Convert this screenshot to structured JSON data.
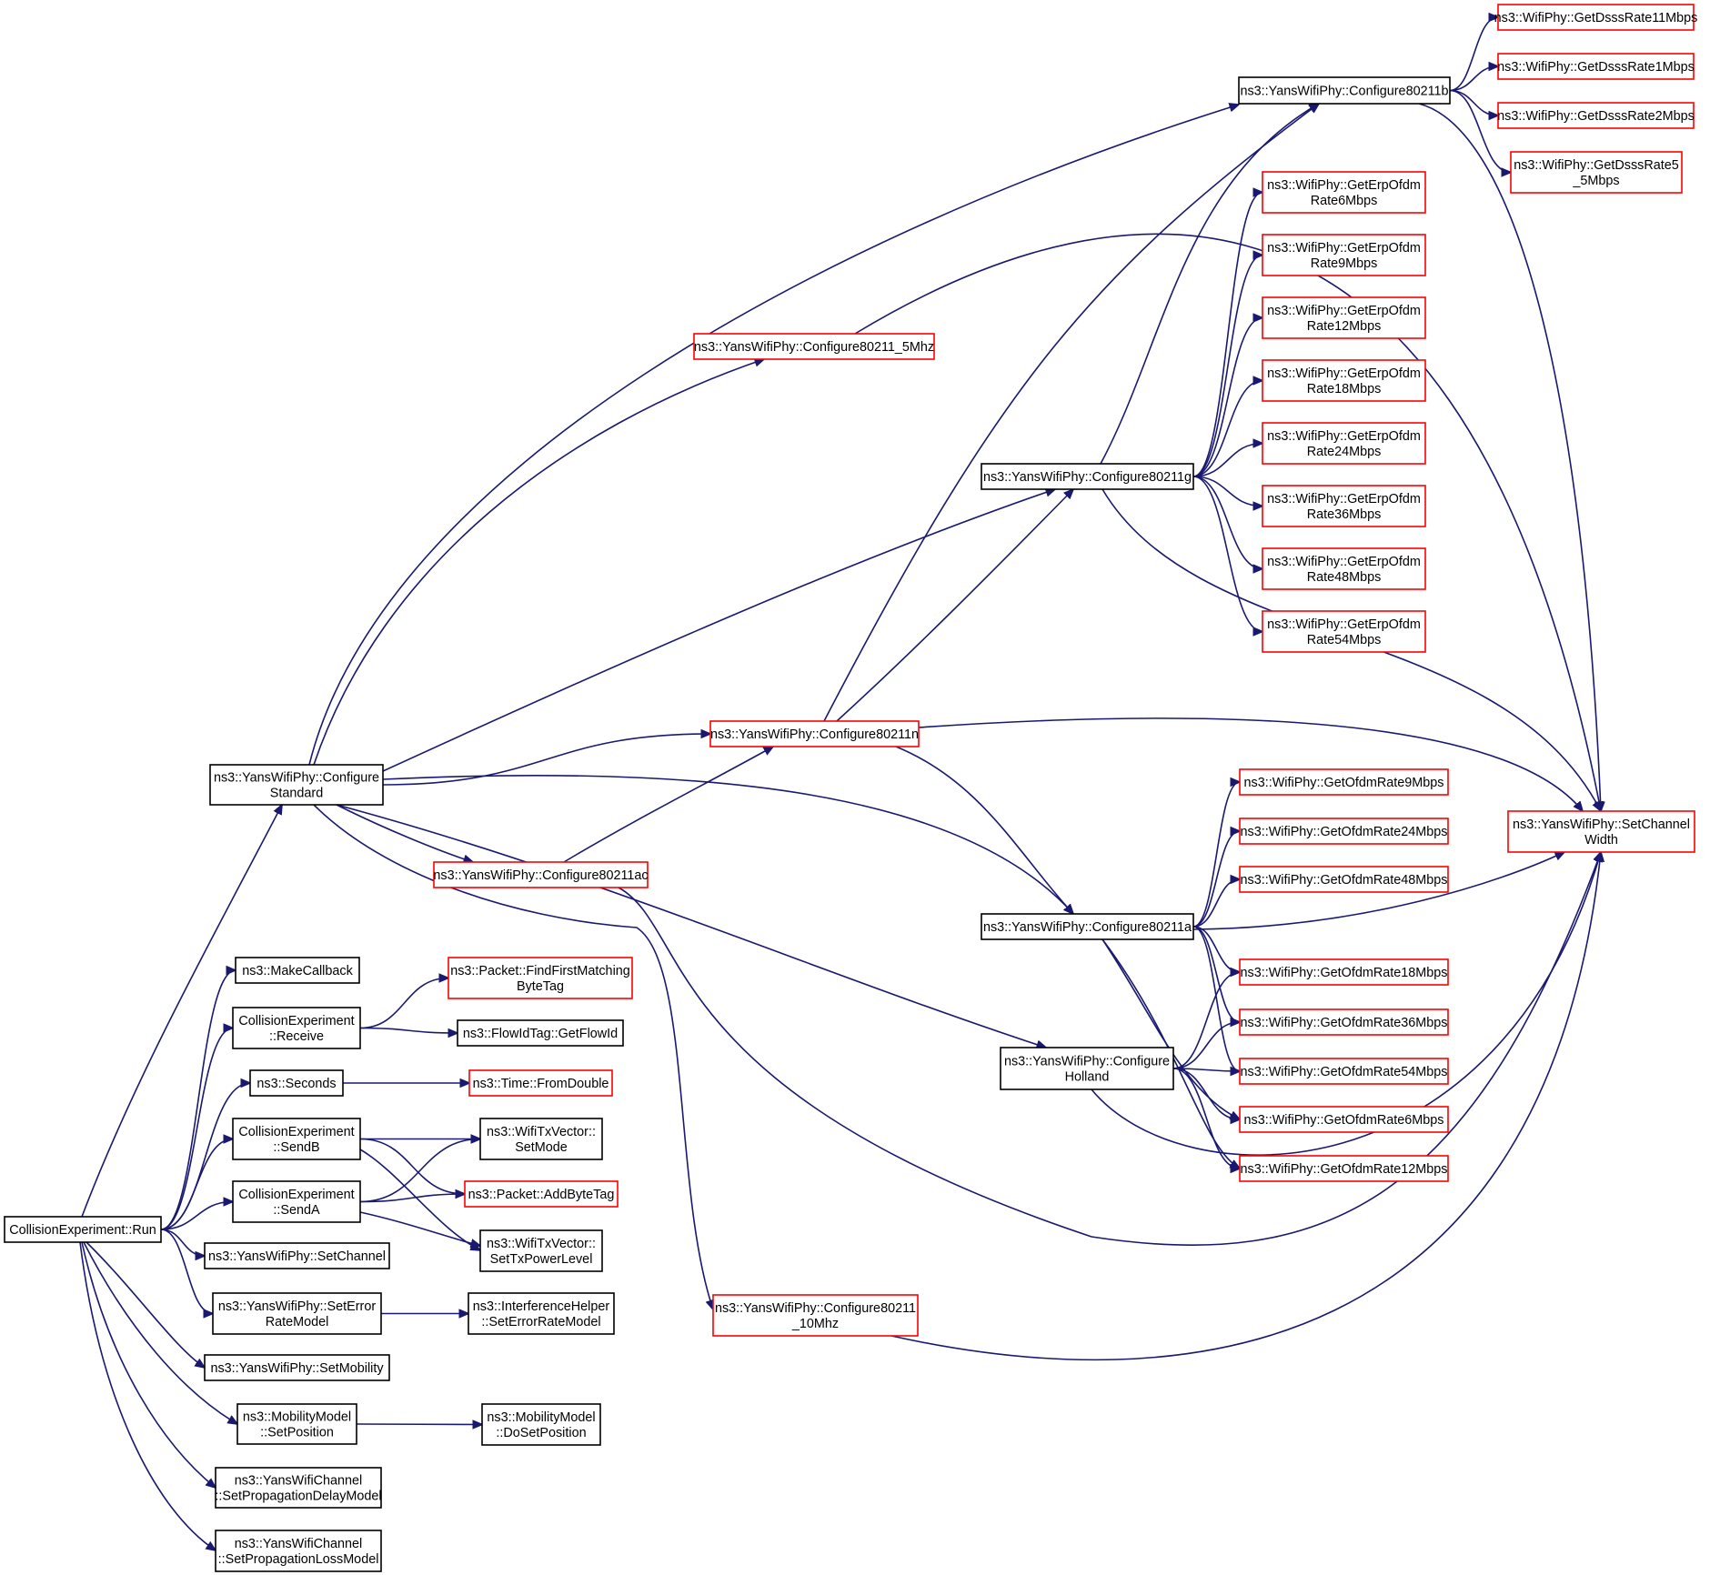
{
  "graph": {
    "colors": {
      "edge": "#191970",
      "border_documented": "#000000",
      "border_undocumented": "#ff0000",
      "root_fill": "#bfbfbf"
    },
    "nodes": [
      {
        "id": "run",
        "lines": [
          "CollisionExperiment::Run"
        ],
        "kind": "root"
      },
      {
        "id": "configStd",
        "lines": [
          "ns3::YansWifiPhy::Configure",
          "Standard"
        ],
        "kind": "black"
      },
      {
        "id": "makeCb",
        "lines": [
          "ns3::MakeCallback"
        ],
        "kind": "black"
      },
      {
        "id": "receive",
        "lines": [
          "CollisionExperiment",
          "::Receive"
        ],
        "kind": "black"
      },
      {
        "id": "seconds",
        "lines": [
          "ns3::Seconds"
        ],
        "kind": "black"
      },
      {
        "id": "sendB",
        "lines": [
          "CollisionExperiment",
          "::SendB"
        ],
        "kind": "black"
      },
      {
        "id": "sendA",
        "lines": [
          "CollisionExperiment",
          "::SendA"
        ],
        "kind": "black"
      },
      {
        "id": "setChannel",
        "lines": [
          "ns3::YansWifiPhy::SetChannel"
        ],
        "kind": "black"
      },
      {
        "id": "setErrRM",
        "lines": [
          "ns3::YansWifiPhy::SetError",
          "RateModel"
        ],
        "kind": "black"
      },
      {
        "id": "setMobility",
        "lines": [
          "ns3::YansWifiPhy::SetMobility"
        ],
        "kind": "black"
      },
      {
        "id": "setPosition",
        "lines": [
          "ns3::MobilityModel",
          "::SetPosition"
        ],
        "kind": "black"
      },
      {
        "id": "setPropDelay",
        "lines": [
          "ns3::YansWifiChannel",
          "::SetPropagationDelayModel"
        ],
        "kind": "black"
      },
      {
        "id": "setPropLoss",
        "lines": [
          "ns3::YansWifiChannel",
          "::SetPropagationLossModel"
        ],
        "kind": "black"
      },
      {
        "id": "findFirst",
        "lines": [
          "ns3::Packet::FindFirstMatching",
          "ByteTag"
        ],
        "kind": "red"
      },
      {
        "id": "getFlowId",
        "lines": [
          "ns3::FlowIdTag::GetFlowId"
        ],
        "kind": "black"
      },
      {
        "id": "fromDouble",
        "lines": [
          "ns3::Time::FromDouble"
        ],
        "kind": "red"
      },
      {
        "id": "setMode",
        "lines": [
          "ns3::WifiTxVector::",
          "SetMode"
        ],
        "kind": "black"
      },
      {
        "id": "addByteTag",
        "lines": [
          "ns3::Packet::AddByteTag"
        ],
        "kind": "red"
      },
      {
        "id": "setTxPower",
        "lines": [
          "ns3::WifiTxVector::",
          "SetTxPowerLevel"
        ],
        "kind": "black"
      },
      {
        "id": "setErrRM2",
        "lines": [
          "ns3::InterferenceHelper",
          "::SetErrorRateModel"
        ],
        "kind": "black"
      },
      {
        "id": "doSetPos",
        "lines": [
          "ns3::MobilityModel",
          "::DoSetPosition"
        ],
        "kind": "black"
      },
      {
        "id": "cfg5mhz",
        "lines": [
          "ns3::YansWifiPhy::Configure80211_5Mhz"
        ],
        "kind": "red"
      },
      {
        "id": "cfgN",
        "lines": [
          "ns3::YansWifiPhy::Configure80211n"
        ],
        "kind": "red"
      },
      {
        "id": "cfgAC",
        "lines": [
          "ns3::YansWifiPhy::Configure80211ac"
        ],
        "kind": "red"
      },
      {
        "id": "cfg10mhz",
        "lines": [
          "ns3::YansWifiPhy::Configure80211",
          "_10Mhz"
        ],
        "kind": "red"
      },
      {
        "id": "cfgB",
        "lines": [
          "ns3::YansWifiPhy::Configure80211b"
        ],
        "kind": "black"
      },
      {
        "id": "cfgG",
        "lines": [
          "ns3::YansWifiPhy::Configure80211g"
        ],
        "kind": "black"
      },
      {
        "id": "cfgA",
        "lines": [
          "ns3::YansWifiPhy::Configure80211a"
        ],
        "kind": "black"
      },
      {
        "id": "cfgHolland",
        "lines": [
          "ns3::YansWifiPhy::Configure",
          "Holland"
        ],
        "kind": "black"
      },
      {
        "id": "setChWidth",
        "lines": [
          "ns3::YansWifiPhy::SetChannel",
          "Width"
        ],
        "kind": "red"
      },
      {
        "id": "dsss11",
        "lines": [
          "ns3::WifiPhy::GetDsssRate11Mbps"
        ],
        "kind": "red"
      },
      {
        "id": "dsss1",
        "lines": [
          "ns3::WifiPhy::GetDsssRate1Mbps"
        ],
        "kind": "red"
      },
      {
        "id": "dsss2",
        "lines": [
          "ns3::WifiPhy::GetDsssRate2Mbps"
        ],
        "kind": "red"
      },
      {
        "id": "dsss5",
        "lines": [
          "ns3::WifiPhy::GetDsssRate5",
          "_5Mbps"
        ],
        "kind": "red"
      },
      {
        "id": "erp6",
        "lines": [
          "ns3::WifiPhy::GetErpOfdm",
          "Rate6Mbps"
        ],
        "kind": "red"
      },
      {
        "id": "erp9",
        "lines": [
          "ns3::WifiPhy::GetErpOfdm",
          "Rate9Mbps"
        ],
        "kind": "red"
      },
      {
        "id": "erp12",
        "lines": [
          "ns3::WifiPhy::GetErpOfdm",
          "Rate12Mbps"
        ],
        "kind": "red"
      },
      {
        "id": "erp18",
        "lines": [
          "ns3::WifiPhy::GetErpOfdm",
          "Rate18Mbps"
        ],
        "kind": "red"
      },
      {
        "id": "erp24",
        "lines": [
          "ns3::WifiPhy::GetErpOfdm",
          "Rate24Mbps"
        ],
        "kind": "red"
      },
      {
        "id": "erp36",
        "lines": [
          "ns3::WifiPhy::GetErpOfdm",
          "Rate36Mbps"
        ],
        "kind": "red"
      },
      {
        "id": "erp48",
        "lines": [
          "ns3::WifiPhy::GetErpOfdm",
          "Rate48Mbps"
        ],
        "kind": "red"
      },
      {
        "id": "erp54",
        "lines": [
          "ns3::WifiPhy::GetErpOfdm",
          "Rate54Mbps"
        ],
        "kind": "red"
      },
      {
        "id": "ofdm9",
        "lines": [
          "ns3::WifiPhy::GetOfdmRate9Mbps"
        ],
        "kind": "red"
      },
      {
        "id": "ofdm24",
        "lines": [
          "ns3::WifiPhy::GetOfdmRate24Mbps"
        ],
        "kind": "red"
      },
      {
        "id": "ofdm48",
        "lines": [
          "ns3::WifiPhy::GetOfdmRate48Mbps"
        ],
        "kind": "red"
      },
      {
        "id": "ofdm18",
        "lines": [
          "ns3::WifiPhy::GetOfdmRate18Mbps"
        ],
        "kind": "red"
      },
      {
        "id": "ofdm36",
        "lines": [
          "ns3::WifiPhy::GetOfdmRate36Mbps"
        ],
        "kind": "red"
      },
      {
        "id": "ofdm54",
        "lines": [
          "ns3::WifiPhy::GetOfdmRate54Mbps"
        ],
        "kind": "red"
      },
      {
        "id": "ofdm6",
        "lines": [
          "ns3::WifiPhy::GetOfdmRate6Mbps"
        ],
        "kind": "red"
      },
      {
        "id": "ofdm12",
        "lines": [
          "ns3::WifiPhy::GetOfdmRate12Mbps"
        ],
        "kind": "red"
      }
    ],
    "edges": [
      [
        "run",
        "configStd"
      ],
      [
        "run",
        "makeCb"
      ],
      [
        "run",
        "receive"
      ],
      [
        "run",
        "seconds"
      ],
      [
        "run",
        "sendB"
      ],
      [
        "run",
        "sendA"
      ],
      [
        "run",
        "setChannel"
      ],
      [
        "run",
        "setErrRM"
      ],
      [
        "run",
        "setMobility"
      ],
      [
        "run",
        "setPosition"
      ],
      [
        "run",
        "setPropDelay"
      ],
      [
        "run",
        "setPropLoss"
      ],
      [
        "receive",
        "findFirst"
      ],
      [
        "receive",
        "getFlowId"
      ],
      [
        "seconds",
        "fromDouble"
      ],
      [
        "sendB",
        "setMode"
      ],
      [
        "sendB",
        "addByteTag"
      ],
      [
        "sendB",
        "setTxPower"
      ],
      [
        "sendA",
        "setMode"
      ],
      [
        "sendA",
        "addByteTag"
      ],
      [
        "sendA",
        "setTxPower"
      ],
      [
        "setErrRM",
        "setErrRM2"
      ],
      [
        "setPosition",
        "doSetPos"
      ],
      [
        "configStd",
        "cfgB"
      ],
      [
        "configStd",
        "cfg5mhz"
      ],
      [
        "configStd",
        "cfgG"
      ],
      [
        "configStd",
        "cfgN"
      ],
      [
        "configStd",
        "cfgA"
      ],
      [
        "configStd",
        "cfgAC"
      ],
      [
        "configStd",
        "cfgHolland"
      ],
      [
        "configStd",
        "cfg10mhz"
      ],
      [
        "cfg5mhz",
        "setChWidth"
      ],
      [
        "cfgN",
        "cfgB"
      ],
      [
        "cfgN",
        "cfgG"
      ],
      [
        "cfgN",
        "cfgA"
      ],
      [
        "cfgN",
        "setChWidth"
      ],
      [
        "cfgAC",
        "cfgN"
      ],
      [
        "cfgAC",
        "setChWidth"
      ],
      [
        "cfg10mhz",
        "setChWidth"
      ],
      [
        "cfgB",
        "dsss11"
      ],
      [
        "cfgB",
        "dsss1"
      ],
      [
        "cfgB",
        "dsss2"
      ],
      [
        "cfgB",
        "dsss5"
      ],
      [
        "cfgB",
        "setChWidth"
      ],
      [
        "cfgG",
        "cfgB"
      ],
      [
        "cfgG",
        "erp6"
      ],
      [
        "cfgG",
        "erp9"
      ],
      [
        "cfgG",
        "erp12"
      ],
      [
        "cfgG",
        "erp18"
      ],
      [
        "cfgG",
        "erp24"
      ],
      [
        "cfgG",
        "erp36"
      ],
      [
        "cfgG",
        "erp48"
      ],
      [
        "cfgG",
        "erp54"
      ],
      [
        "cfgG",
        "setChWidth"
      ],
      [
        "cfgA",
        "ofdm9"
      ],
      [
        "cfgA",
        "ofdm24"
      ],
      [
        "cfgA",
        "ofdm48"
      ],
      [
        "cfgA",
        "ofdm18"
      ],
      [
        "cfgA",
        "ofdm36"
      ],
      [
        "cfgA",
        "ofdm54"
      ],
      [
        "cfgA",
        "ofdm6"
      ],
      [
        "cfgA",
        "ofdm12"
      ],
      [
        "cfgA",
        "setChWidth"
      ],
      [
        "cfgHolland",
        "ofdm18"
      ],
      [
        "cfgHolland",
        "ofdm36"
      ],
      [
        "cfgHolland",
        "ofdm54"
      ],
      [
        "cfgHolland",
        "ofdm6"
      ],
      [
        "cfgHolland",
        "ofdm12"
      ],
      [
        "cfgHolland",
        "setChWidth"
      ]
    ]
  }
}
